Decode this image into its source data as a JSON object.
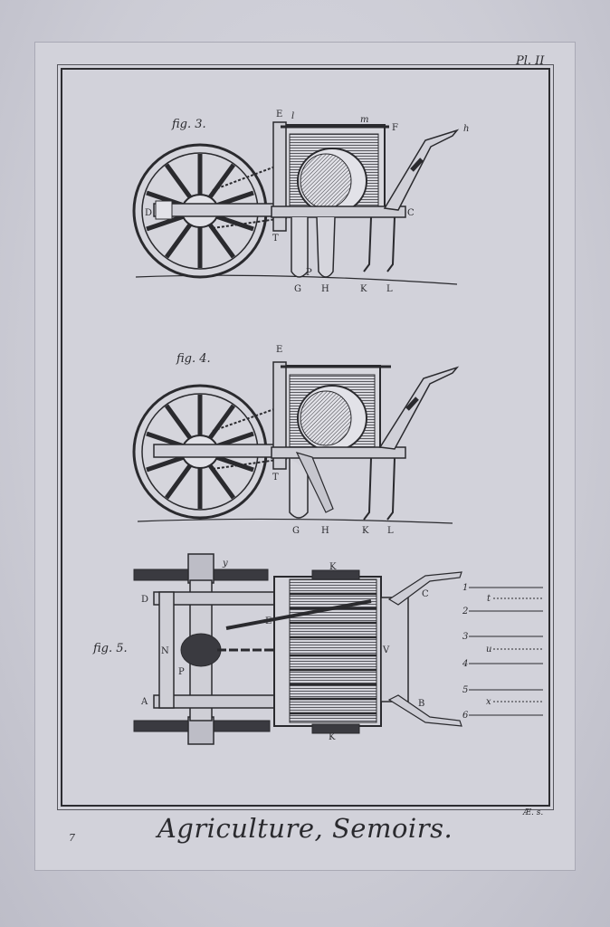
{
  "plate_number": "Pl. II",
  "title": "Agriculture, Semoirs.",
  "page_number": "7",
  "engraver_mark": "Æ. s.",
  "figures": {
    "fig3": {
      "caption": "fig. 3.",
      "labels": [
        "E",
        "l",
        "m",
        "F",
        "h",
        "D",
        "C",
        "T",
        "P",
        "G",
        "H",
        "K",
        "L"
      ]
    },
    "fig4": {
      "caption": "fig. 4.",
      "labels": [
        "E",
        "T",
        "G",
        "H",
        "K",
        "L"
      ]
    },
    "fig5": {
      "caption": "fig. 5.",
      "labels": [
        "y",
        "D",
        "N",
        "P",
        "A",
        "E",
        "K",
        "C",
        "B",
        "V",
        "K"
      ],
      "key_numbers": [
        "1",
        "2",
        "3",
        "4",
        "5",
        "6"
      ],
      "key_letters": [
        "t",
        "u",
        "x"
      ]
    }
  }
}
